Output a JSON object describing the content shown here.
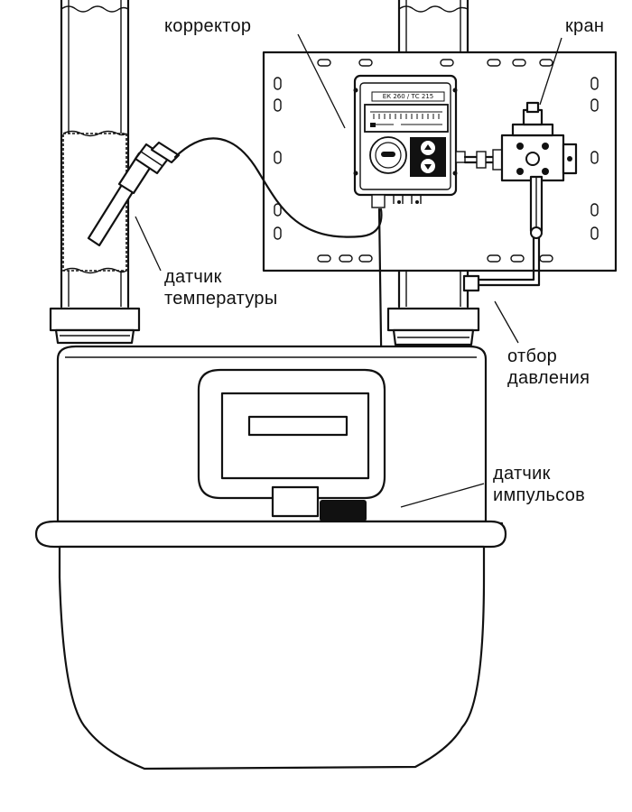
{
  "labels": {
    "corrector": "корректор",
    "valve": "кран",
    "temp_sensor_line1": "датчик",
    "temp_sensor_line2": "температуры",
    "pressure_tap_line1": "отбор",
    "pressure_tap_line2": "давления",
    "pulse_sensor_line1": "датчик",
    "pulse_sensor_line2": "импульсов"
  },
  "device": {
    "model_text": "ЕК 260 / ТС 215"
  }
}
